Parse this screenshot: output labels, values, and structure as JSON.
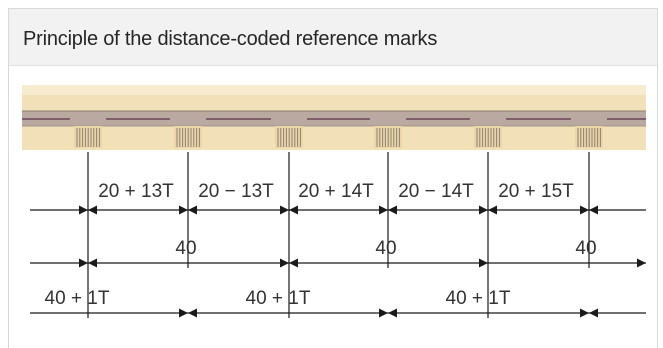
{
  "title": "Principle of the distance-coded reference marks",
  "rows": [
    {
      "labels": [
        "20 + 13T",
        "20 − 13T",
        "20 + 14T",
        "20 − 14T",
        "20 + 15T"
      ]
    },
    {
      "labels": [
        "40",
        "40",
        "40"
      ]
    },
    {
      "labels": [
        "40 + 1T",
        "40 + 1T",
        "40 + 1T"
      ]
    }
  ],
  "colors": {
    "scale_band": "#f2e1b8",
    "scale_track": "#b9a9a0",
    "line": "#1a1a1a"
  }
}
